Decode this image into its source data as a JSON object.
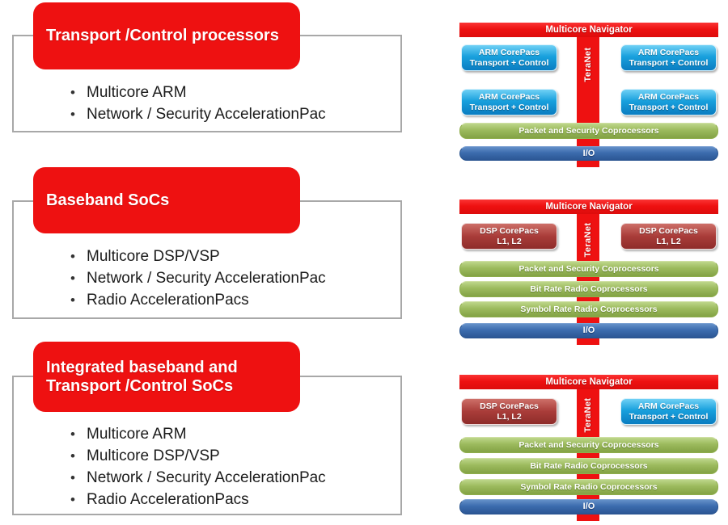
{
  "colors": {
    "accent_red": "#ee1111",
    "arm_blue": "#189fd8",
    "dsp_red": "#a93c39",
    "coprocessor_green": "#9cba5d",
    "io_blue": "#3c6cae",
    "outline_gray": "#a8a8a8"
  },
  "sections": [
    {
      "title_lines": [
        "Transport /Control processors"
      ],
      "bullets": [
        "Multicore ARM",
        "Network / Security AccelerationPac"
      ]
    },
    {
      "title_lines": [
        "Baseband SoCs"
      ],
      "bullets": [
        "Multicore DSP/VSP",
        "Network / Security AccelerationPac",
        "Radio AccelerationPacs"
      ]
    },
    {
      "title_lines": [
        "Integrated baseband and",
        "Transport /Control SoCs"
      ],
      "bullets": [
        "Multicore ARM",
        "Multicore DSP/VSP",
        "Network / Security AccelerationPac",
        "Radio AccelerationPacs"
      ]
    }
  ],
  "diagrams": [
    {
      "navigator": "Multicore Navigator",
      "teranet": "TeraNet",
      "boxes": [
        {
          "l1": "ARM CorePacs",
          "l2": "Transport + Control"
        },
        {
          "l1": "ARM CorePacs",
          "l2": "Transport + Control"
        },
        {
          "l1": "ARM CorePacs",
          "l2": "Transport + Control"
        },
        {
          "l1": "ARM CorePacs",
          "l2": "Transport + Control"
        }
      ],
      "green_bars": [
        "Packet and Security Coprocessors"
      ],
      "io": "I/O"
    },
    {
      "navigator": "Multicore Navigator",
      "teranet": "TeraNet",
      "boxes": [
        {
          "l1": "DSP CorePacs",
          "l2": "L1, L2"
        },
        {
          "l1": "DSP CorePacs",
          "l2": "L1, L2"
        }
      ],
      "green_bars": [
        "Packet and Security Coprocessors",
        "Bit Rate Radio Coprocessors",
        "Symbol Rate Radio Coprocessors"
      ],
      "io": "I/O"
    },
    {
      "navigator": "Multicore Navigator",
      "teranet": "TeraNet",
      "boxes": [
        {
          "l1": "DSP CorePacs",
          "l2": "L1, L2"
        },
        {
          "l1": "ARM CorePacs",
          "l2": "Transport + Control"
        }
      ],
      "green_bars": [
        "Packet and Security Coprocessors",
        "Bit Rate Radio Coprocessors",
        "Symbol Rate Radio Coprocessors"
      ],
      "io": "I/O"
    }
  ]
}
